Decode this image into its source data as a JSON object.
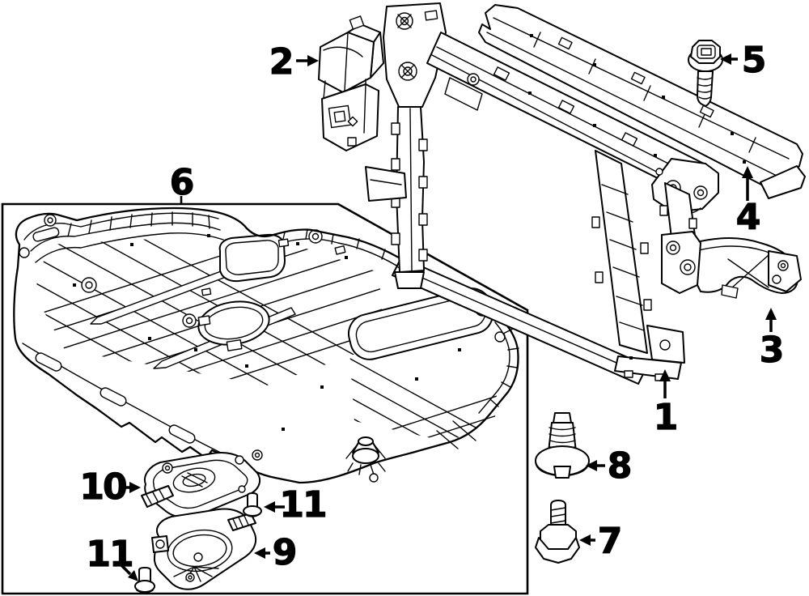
{
  "diagram": {
    "kind": "exploded-parts-line-diagram",
    "background_color": "#ffffff",
    "line_color": "#000000"
  },
  "labels": {
    "n1": "1",
    "n2": "2",
    "n3": "3",
    "n4": "4",
    "n5": "5",
    "n6": "6",
    "n7": "7",
    "n8": "8",
    "n9": "9",
    "n10": "10",
    "n11": "11"
  },
  "icons": {
    "arrowhead": "solid-triangle-pointer"
  }
}
